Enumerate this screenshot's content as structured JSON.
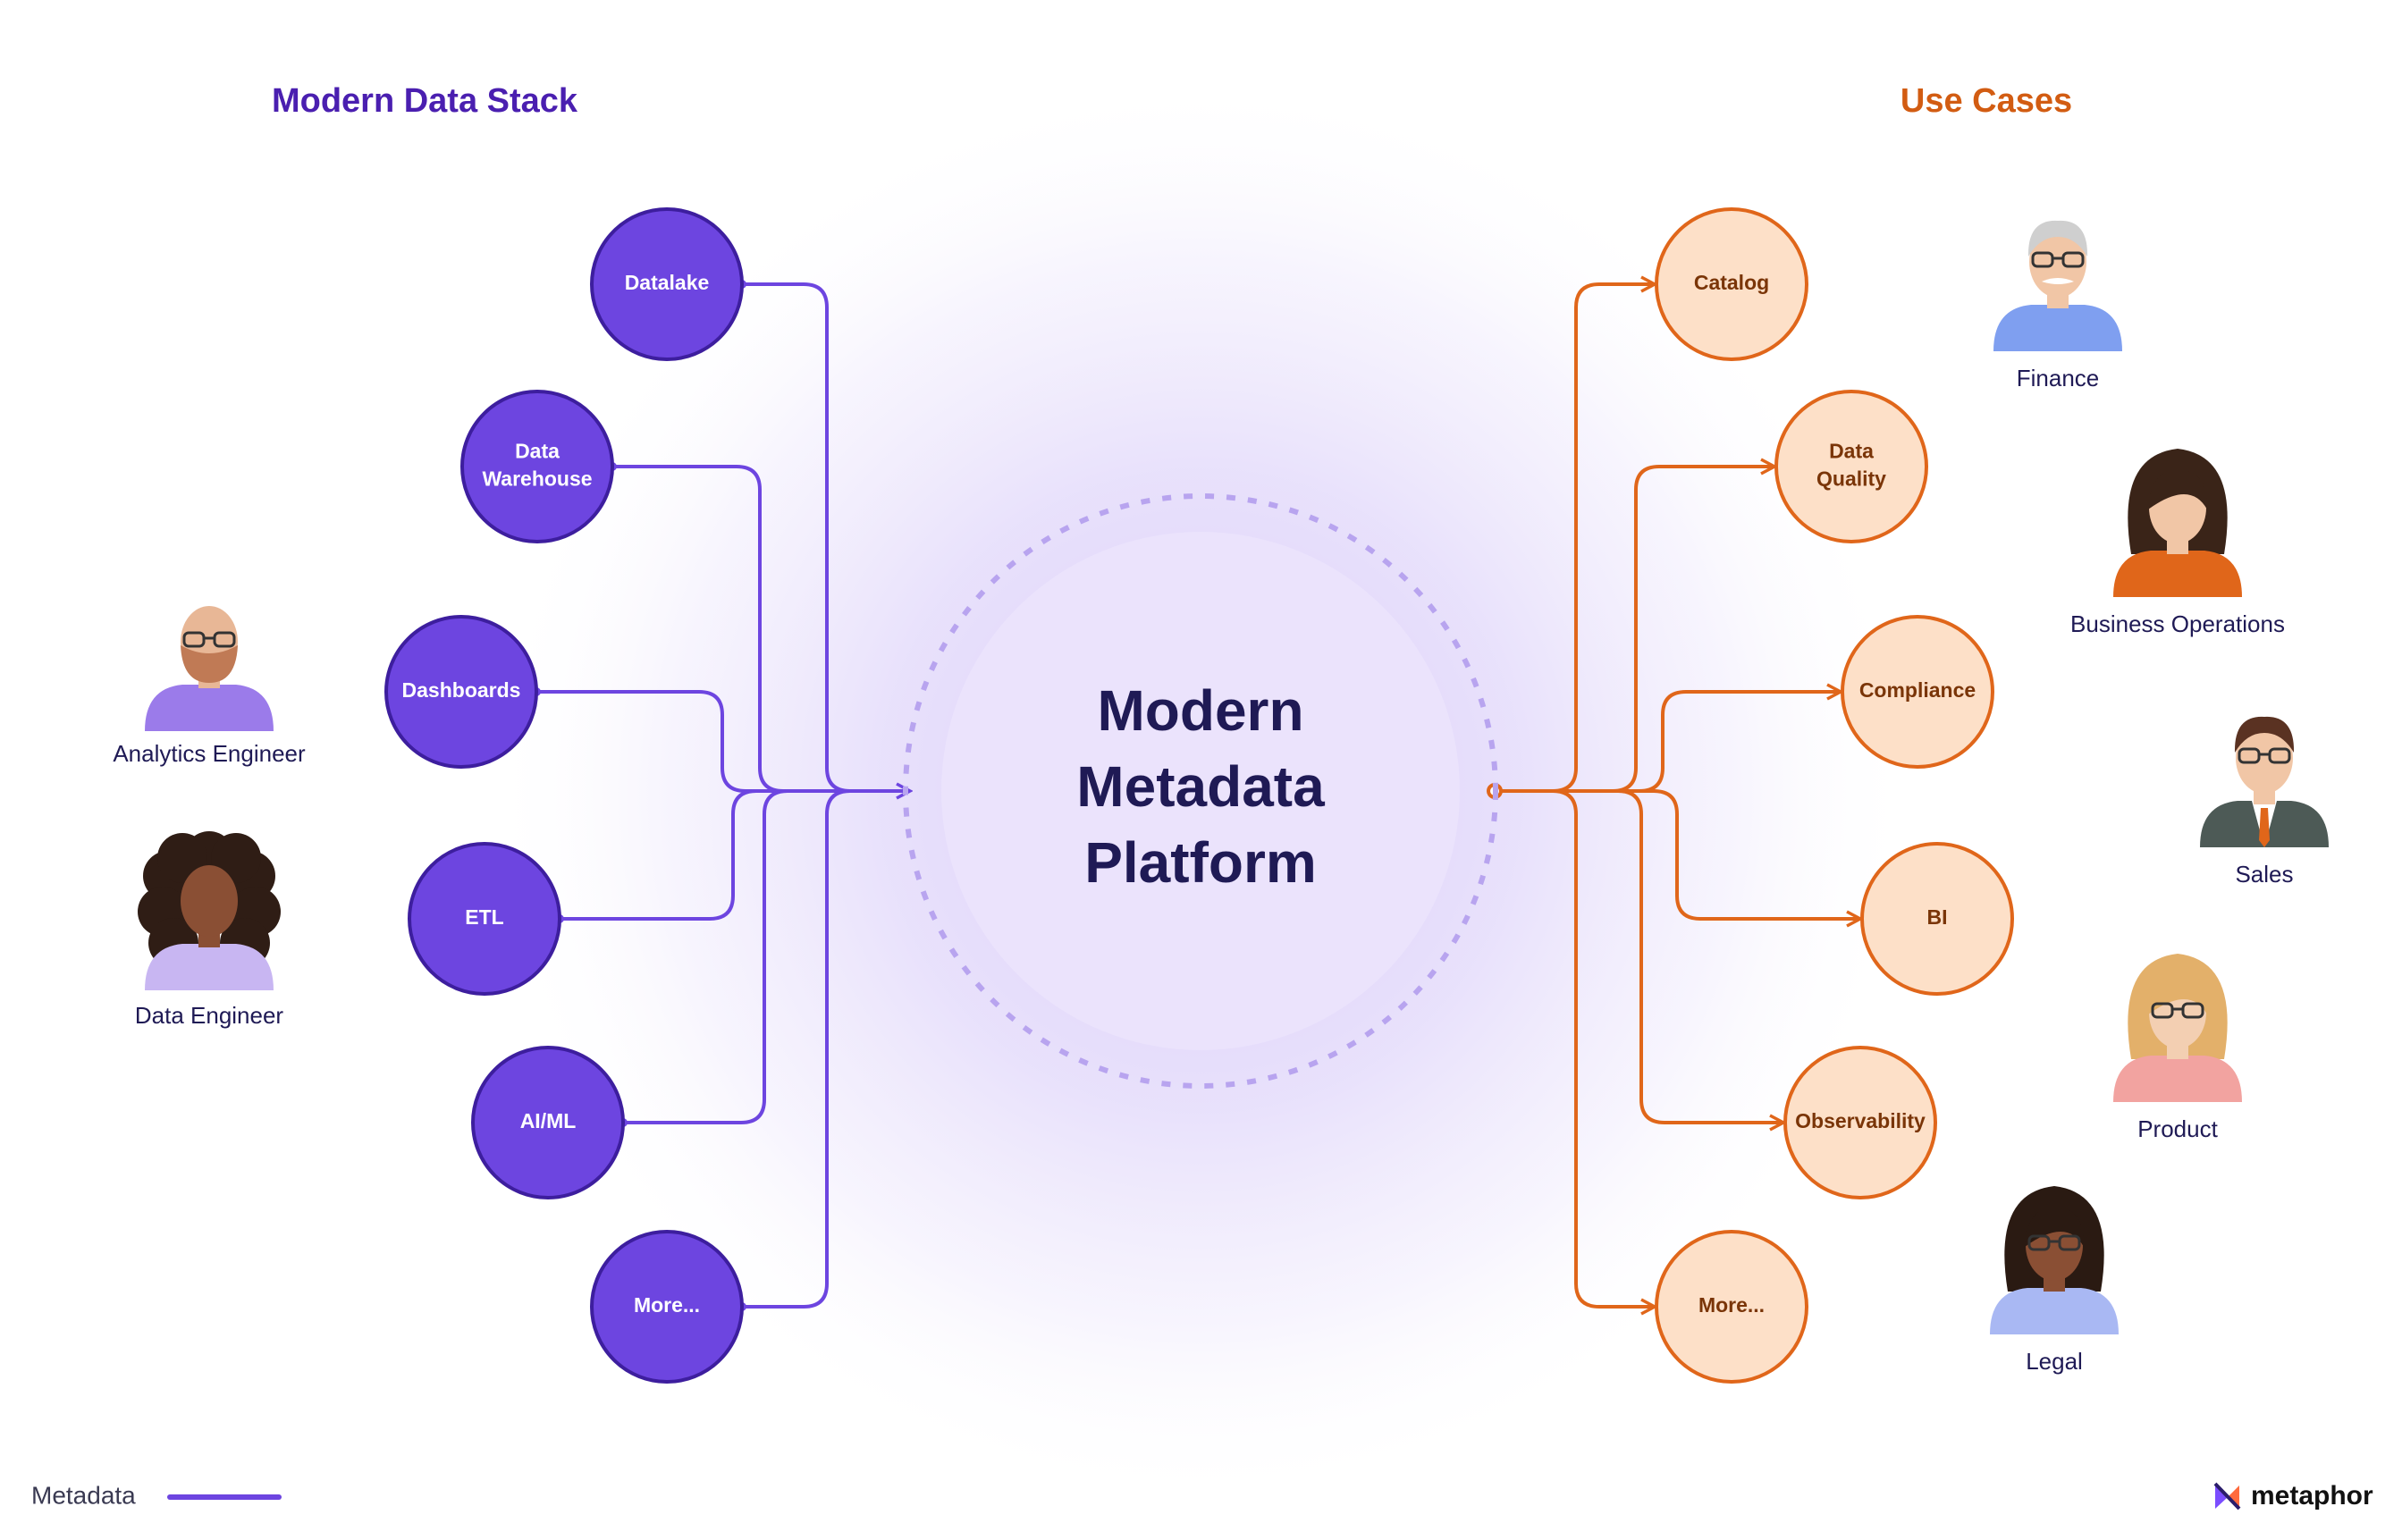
{
  "headers": {
    "left": "Modern Data Stack",
    "right": "Use Cases"
  },
  "center": {
    "lines": [
      "Modern",
      "Metadata",
      "Platform"
    ]
  },
  "stack_nodes": [
    {
      "id": "datalake",
      "label": "Datalake"
    },
    {
      "id": "data-warehouse",
      "label": "Data Warehouse"
    },
    {
      "id": "dashboards",
      "label": "Dashboards"
    },
    {
      "id": "etl",
      "label": "ETL"
    },
    {
      "id": "ai-ml",
      "label": "AI/ML"
    },
    {
      "id": "more",
      "label": "More..."
    }
  ],
  "use_case_nodes": [
    {
      "id": "catalog",
      "label": "Catalog"
    },
    {
      "id": "data-quality",
      "label": "Data Quality"
    },
    {
      "id": "compliance",
      "label": "Compliance"
    },
    {
      "id": "bi",
      "label": "BI"
    },
    {
      "id": "observability",
      "label": "Observability"
    },
    {
      "id": "more",
      "label": "More..."
    }
  ],
  "left_personas": [
    {
      "id": "analytics-engineer",
      "label": "Analytics Engineer"
    },
    {
      "id": "data-engineer",
      "label": "Data Engineer"
    }
  ],
  "right_personas": [
    {
      "id": "finance",
      "label": "Finance"
    },
    {
      "id": "business-operations",
      "label": "Business Operations"
    },
    {
      "id": "sales",
      "label": "Sales"
    },
    {
      "id": "product",
      "label": "Product"
    },
    {
      "id": "legal",
      "label": "Legal"
    }
  ],
  "legend": {
    "label": "Metadata"
  },
  "brand": {
    "name": "metaphor"
  },
  "colors": {
    "purple": "#6d45e0",
    "purple_text": "#4a1fb0",
    "orange": "#e0661a",
    "orange_fill": "#fde0c8",
    "orange_text": "#7a3508",
    "navy": "#1f1a55"
  }
}
